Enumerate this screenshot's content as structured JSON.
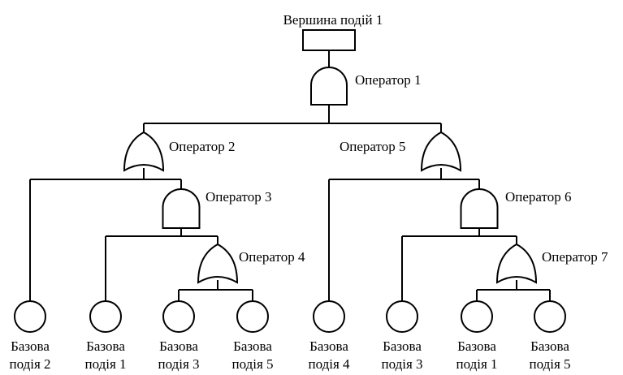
{
  "top_event": {
    "label": "Вершина подій  1"
  },
  "gates": [
    {
      "id": "g1",
      "type": "and",
      "label": "Оператор 1"
    },
    {
      "id": "g2",
      "type": "or",
      "label": "Оператор 2"
    },
    {
      "id": "g3",
      "type": "and",
      "label": "Оператор 3"
    },
    {
      "id": "g4",
      "type": "or",
      "label": "Оператор 4"
    },
    {
      "id": "g5",
      "type": "or",
      "label": "Оператор 5"
    },
    {
      "id": "g6",
      "type": "and",
      "label": "Оператор 6"
    },
    {
      "id": "g7",
      "type": "or",
      "label": "Оператор 7"
    }
  ],
  "basic_events": [
    {
      "id": "b1",
      "line1": "Базова",
      "line2": "подія 2"
    },
    {
      "id": "b2",
      "line1": "Базова",
      "line2": "подія 1"
    },
    {
      "id": "b3",
      "line1": "Базова",
      "line2": "подія 3"
    },
    {
      "id": "b4",
      "line1": "Базова",
      "line2": "подія 5"
    },
    {
      "id": "b5",
      "line1": "Базова",
      "line2": "подія 4"
    },
    {
      "id": "b6",
      "line1": "Базова",
      "line2": "подія 3"
    },
    {
      "id": "b7",
      "line1": "Базова",
      "line2": "подія 1"
    },
    {
      "id": "b8",
      "line1": "Базова",
      "line2": "подія 5"
    }
  ],
  "edges": [
    [
      "top",
      "g1"
    ],
    [
      "g1",
      "g2"
    ],
    [
      "g1",
      "g5"
    ],
    [
      "g2",
      "b1"
    ],
    [
      "g2",
      "g3"
    ],
    [
      "g3",
      "b2"
    ],
    [
      "g3",
      "g4"
    ],
    [
      "g4",
      "b3"
    ],
    [
      "g4",
      "b4"
    ],
    [
      "g5",
      "b5"
    ],
    [
      "g5",
      "g6"
    ],
    [
      "g6",
      "b6"
    ],
    [
      "g6",
      "g7"
    ],
    [
      "g7",
      "b7"
    ],
    [
      "g7",
      "b8"
    ]
  ]
}
